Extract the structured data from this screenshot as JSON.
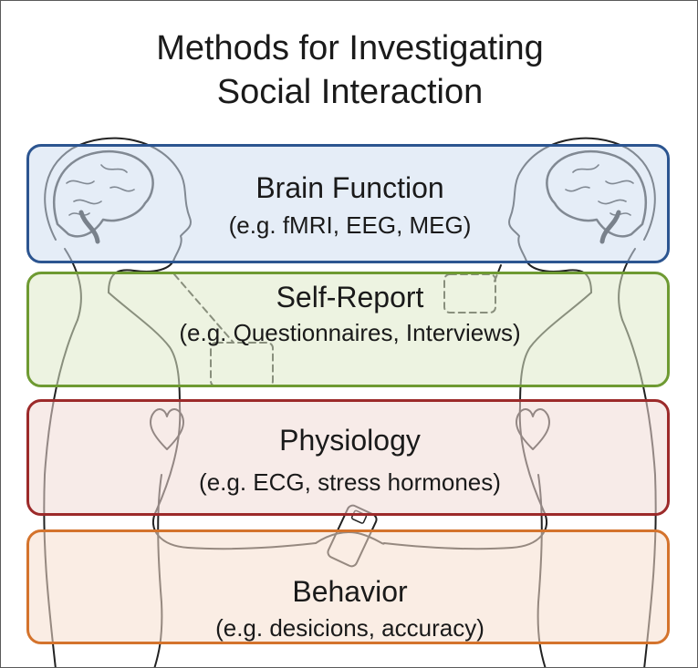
{
  "title": {
    "line1": "Methods for Investigating",
    "line2": "Social Interaction"
  },
  "methods": [
    {
      "name": "Brain Function",
      "examples": "(e.g. fMRI, EEG, MEG)",
      "color": "#2c5590"
    },
    {
      "name": "Self-Report",
      "examples": "(e.g. Questionnaires, Interviews)",
      "color": "#6e9a32"
    },
    {
      "name": "Physiology",
      "examples": "(e.g. ECG, stress hormones)",
      "color": "#9c2a2a"
    },
    {
      "name": "Behavior",
      "examples": "(e.g. desicions, accuracy)",
      "color": "#d4732c"
    }
  ],
  "icons": [
    "brain-icon",
    "heart-icon",
    "device-icon"
  ]
}
